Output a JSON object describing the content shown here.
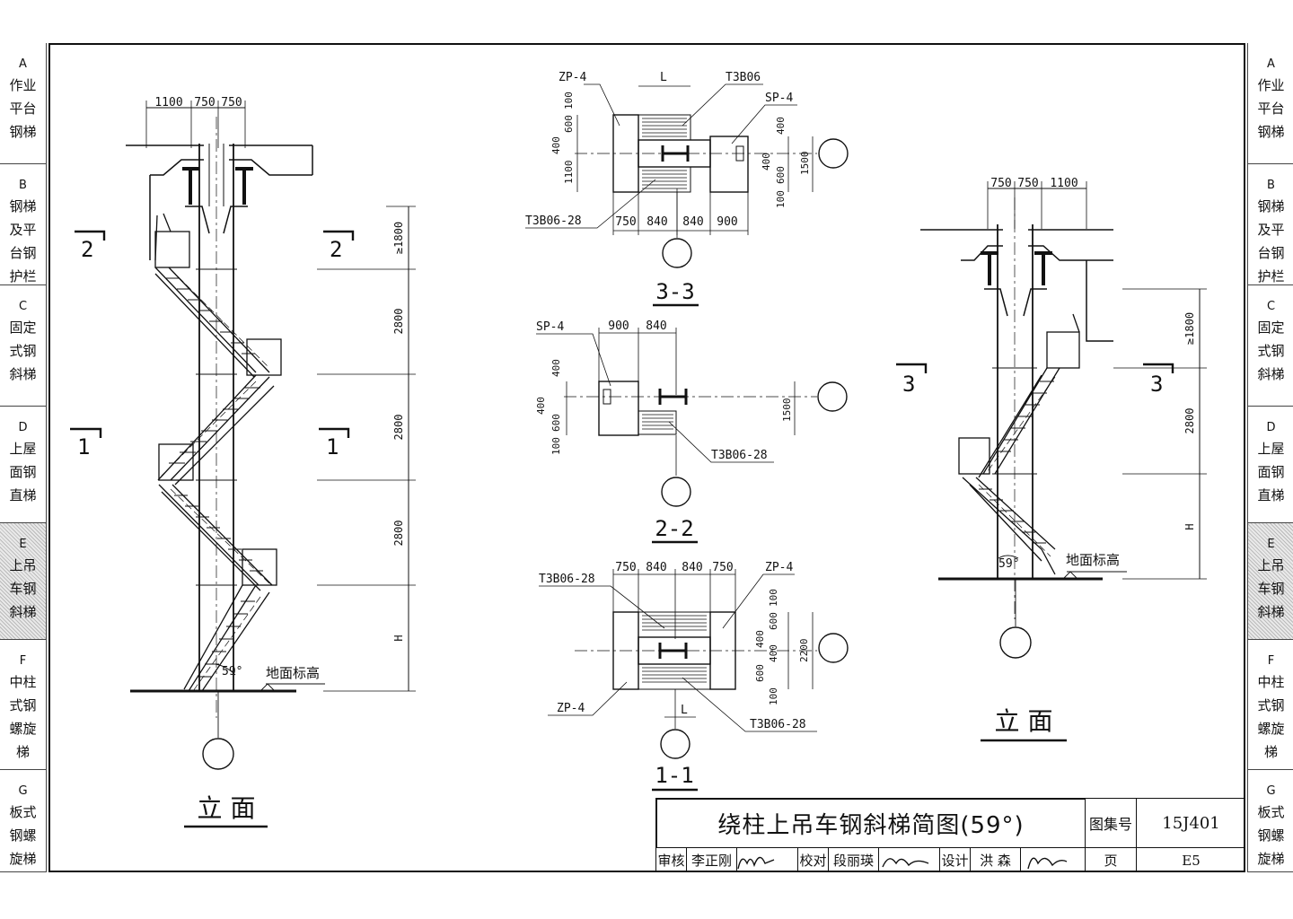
{
  "side_tabs": [
    {
      "code": "A",
      "lines": [
        "作业",
        "平台",
        "钢梯"
      ],
      "active": false
    },
    {
      "code": "B",
      "lines": [
        "钢梯",
        "及平",
        "台钢",
        "护栏"
      ],
      "active": false
    },
    {
      "code": "C",
      "lines": [
        "固定",
        "式钢",
        "斜梯"
      ],
      "active": false
    },
    {
      "code": "D",
      "lines": [
        "上屋",
        "面钢",
        "直梯"
      ],
      "active": false
    },
    {
      "code": "E",
      "lines": [
        "上吊",
        "车钢",
        "斜梯"
      ],
      "active": true
    },
    {
      "code": "F",
      "lines": [
        "中柱",
        "式钢",
        "螺旋",
        "梯"
      ],
      "active": false
    },
    {
      "code": "G",
      "lines": [
        "板式",
        "钢螺",
        "旋梯"
      ],
      "active": false
    }
  ],
  "left_elevation": {
    "title": "立  面",
    "top_dims": [
      "1100",
      "750",
      "750"
    ],
    "right_dims": [
      "≥1800",
      "2800",
      "2800",
      "2800",
      "H"
    ],
    "section_marks": [
      "2",
      "2",
      "1",
      "1"
    ],
    "angle": "59°",
    "ground_label": "地面标高"
  },
  "right_elevation": {
    "title": "立  面",
    "top_dims": [
      "750",
      "750",
      "1100"
    ],
    "right_dims": [
      "≥1800",
      "2800",
      "H"
    ],
    "section_marks": [
      "3",
      "3"
    ],
    "angle": "59°",
    "ground_label": "地面标高"
  },
  "section_3_3": {
    "title": "3-3",
    "labels": [
      "ZP-4",
      "L",
      "T3B06",
      "SP-4",
      "T3B06-28"
    ],
    "left_dims": [
      "100",
      "600",
      "400",
      "1100"
    ],
    "right_dims": [
      "400",
      "400",
      "100",
      "600",
      "1500"
    ],
    "bottom_dims": [
      "750",
      "840",
      "840",
      "900"
    ]
  },
  "section_2_2": {
    "title": "2-2",
    "labels": [
      "SP-4",
      "T3B06-28"
    ],
    "top_dims": [
      "900",
      "840"
    ],
    "left_dims": [
      "400",
      "400",
      "100",
      "600"
    ],
    "right_dims": [
      "1500"
    ]
  },
  "section_1_1": {
    "title": "1-1",
    "labels": [
      "T3B06-28",
      "ZP-4",
      "ZP-4",
      "T3B06-28",
      "L"
    ],
    "top_dims": [
      "750",
      "840",
      "840",
      "750"
    ],
    "right_dims": [
      "100",
      "600",
      "400",
      "400",
      "600",
      "100",
      "2200"
    ]
  },
  "title_block": {
    "title": "绕柱上吊车钢斜梯简图(59°)",
    "atlas_label": "图集号",
    "atlas_no": "15J401",
    "page_label": "页",
    "page_no": "E5",
    "review_label": "审核",
    "reviewer": "李正刚",
    "check_label": "校对",
    "checker": "段丽瑛",
    "design_label": "设计",
    "designer": "洪  森"
  }
}
